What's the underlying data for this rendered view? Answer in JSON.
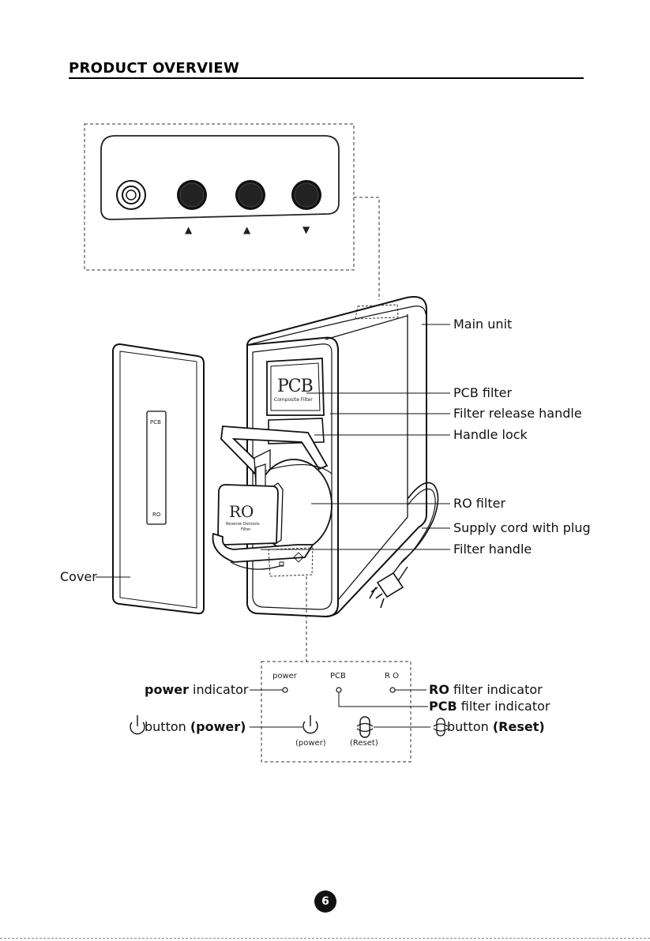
{
  "header": {
    "title": "PRODUCT OVERVIEW"
  },
  "labels": {
    "main_unit": "Main unit",
    "pcb_filter": "PCB filter",
    "filter_release_handle": "Filter release handle",
    "handle_lock": "Handle lock",
    "ro_filter": "RO filter",
    "supply_cord": "Supply cord with plug",
    "filter_handle": "Filter handle",
    "cover": "Cover"
  },
  "filter_text": {
    "pcb_big": "PCB",
    "pcb_sub": "Composite Filter",
    "ro_big": "RO",
    "ro_sub1": "Reverse Osmosis",
    "ro_sub2": "Filter",
    "cover_pcb": "PCB",
    "cover_ro": "RO"
  },
  "control_panel": {
    "power_small": "power",
    "pcb_small": "PCB",
    "ro_small": "R O",
    "power_button_small": "(power)",
    "reset_button_small": "(Reset)",
    "power_indicator_bold": "power",
    "power_indicator_rest": " indicator",
    "ro_indicator_bold": "RO",
    "ro_indicator_rest": " filter indicator",
    "pcb_indicator_bold": "PCB",
    "pcb_indicator_rest": " filter indicator",
    "power_button_rest": " button ",
    "power_button_bold": "(power)",
    "reset_button_rest": " button ",
    "reset_button_bold": "(Reset)"
  },
  "ports_panel": {
    "arrow_1": "▲",
    "arrow_2": "▲",
    "arrow_3": "▼"
  },
  "footer": {
    "page_number": "6"
  }
}
